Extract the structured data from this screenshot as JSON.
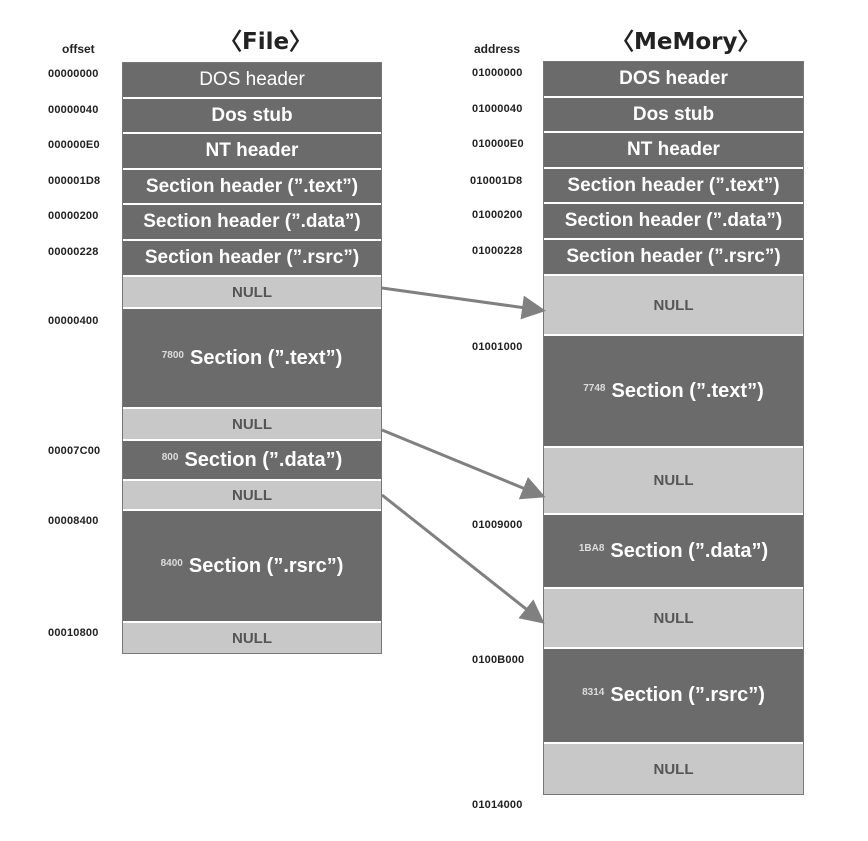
{
  "file": {
    "title": "〈File〉",
    "column_label": "offset",
    "blocks": [
      {
        "label": "DOS header",
        "kind": "dark"
      },
      {
        "label": "Dos stub",
        "kind": "dark"
      },
      {
        "label": "NT header",
        "kind": "dark"
      },
      {
        "label": "Section header (”.text”)",
        "kind": "dark"
      },
      {
        "label": "Section header (”.data”)",
        "kind": "dark"
      },
      {
        "label": "Section header (”.rsrc”)",
        "kind": "dark"
      },
      {
        "label": "NULL",
        "kind": "light"
      },
      {
        "label": "Section (”.text”)",
        "size": "7800",
        "kind": "dark"
      },
      {
        "label": "NULL",
        "kind": "light"
      },
      {
        "label": "Section (”.data”)",
        "size": "800",
        "kind": "dark"
      },
      {
        "label": "NULL",
        "kind": "light"
      },
      {
        "label": "Section (”.rsrc”)",
        "size": "8400",
        "kind": "dark"
      },
      {
        "label": "NULL",
        "kind": "light"
      }
    ],
    "offsets": [
      "00000000",
      "00000040",
      "000000E0",
      "000001D8",
      "00000200",
      "00000228",
      "00000400",
      "00007C00",
      "00008400",
      "00010800"
    ]
  },
  "memory": {
    "title": "〈MeMory〉",
    "column_label": "address",
    "blocks": [
      {
        "label": "DOS header",
        "kind": "dark"
      },
      {
        "label": "Dos stub",
        "kind": "dark"
      },
      {
        "label": "NT header",
        "kind": "dark"
      },
      {
        "label": "Section header (”.text”)",
        "kind": "dark"
      },
      {
        "label": "Section header (”.data”)",
        "kind": "dark"
      },
      {
        "label": "Section header (”.rsrc”)",
        "kind": "dark"
      },
      {
        "label": "NULL",
        "kind": "light"
      },
      {
        "label": "Section (”.text”)",
        "size": "7748",
        "kind": "dark"
      },
      {
        "label": "NULL",
        "kind": "light"
      },
      {
        "label": "Section (”.data”)",
        "size": "1BA8",
        "kind": "dark"
      },
      {
        "label": "NULL",
        "kind": "light"
      },
      {
        "label": "Section (”.rsrc”)",
        "size": "8314",
        "kind": "dark"
      },
      {
        "label": "NULL",
        "kind": "light"
      }
    ],
    "addresses": [
      "01000000",
      "01000040",
      "010000E0",
      "010001D8",
      "01000200",
      "01000228",
      "01001000",
      "01009000",
      "0100B000",
      "01014000"
    ]
  },
  "colors": {
    "dark_block": "#6b6b6b",
    "light_block": "#c8c8c8",
    "arrow": "#808080"
  }
}
